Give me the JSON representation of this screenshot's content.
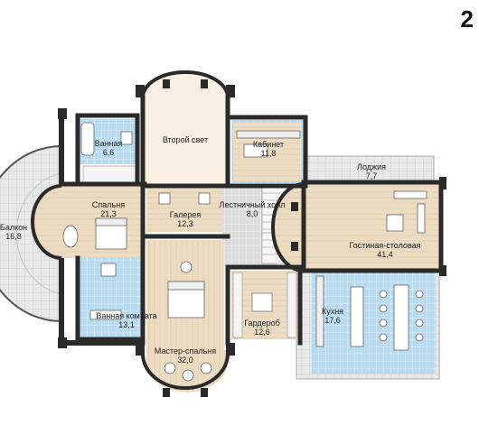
{
  "floor_number": "2",
  "rooms": [
    {
      "id": "bath1",
      "name": "Ванная",
      "area": "6,6"
    },
    {
      "id": "second-light",
      "name": "Второй свет",
      "area": ""
    },
    {
      "id": "study",
      "name": "Кабинет",
      "area": "11,8"
    },
    {
      "id": "loggia",
      "name": "Лоджия",
      "area": "7,7"
    },
    {
      "id": "bedroom",
      "name": "Спальня",
      "area": "21,3"
    },
    {
      "id": "gallery",
      "name": "Галерея",
      "area": "12,3"
    },
    {
      "id": "stair-hall",
      "name": "Лестничный холл",
      "area": "8,0"
    },
    {
      "id": "balcony",
      "name": "Балкон",
      "area": "16,8"
    },
    {
      "id": "living-dining",
      "name": "Гостиная-столовая",
      "area": "41,4"
    },
    {
      "id": "bath2",
      "name": "Ванная комната",
      "area": "13,1"
    },
    {
      "id": "kitchen",
      "name": "Кухня",
      "area": "17,6"
    },
    {
      "id": "wardrobe",
      "name": "Гардероб",
      "area": "12,6"
    },
    {
      "id": "master",
      "name": "Мастер-спальня",
      "area": "32,0"
    }
  ],
  "colors": {
    "wall": "#2a2a2a",
    "wood": "#ecdcc3",
    "tile_blue": "#b7dcf2",
    "tile_grey": "#dcdcdc",
    "second_light": "#f6efe2",
    "outdoor": "#e6e6e6"
  }
}
